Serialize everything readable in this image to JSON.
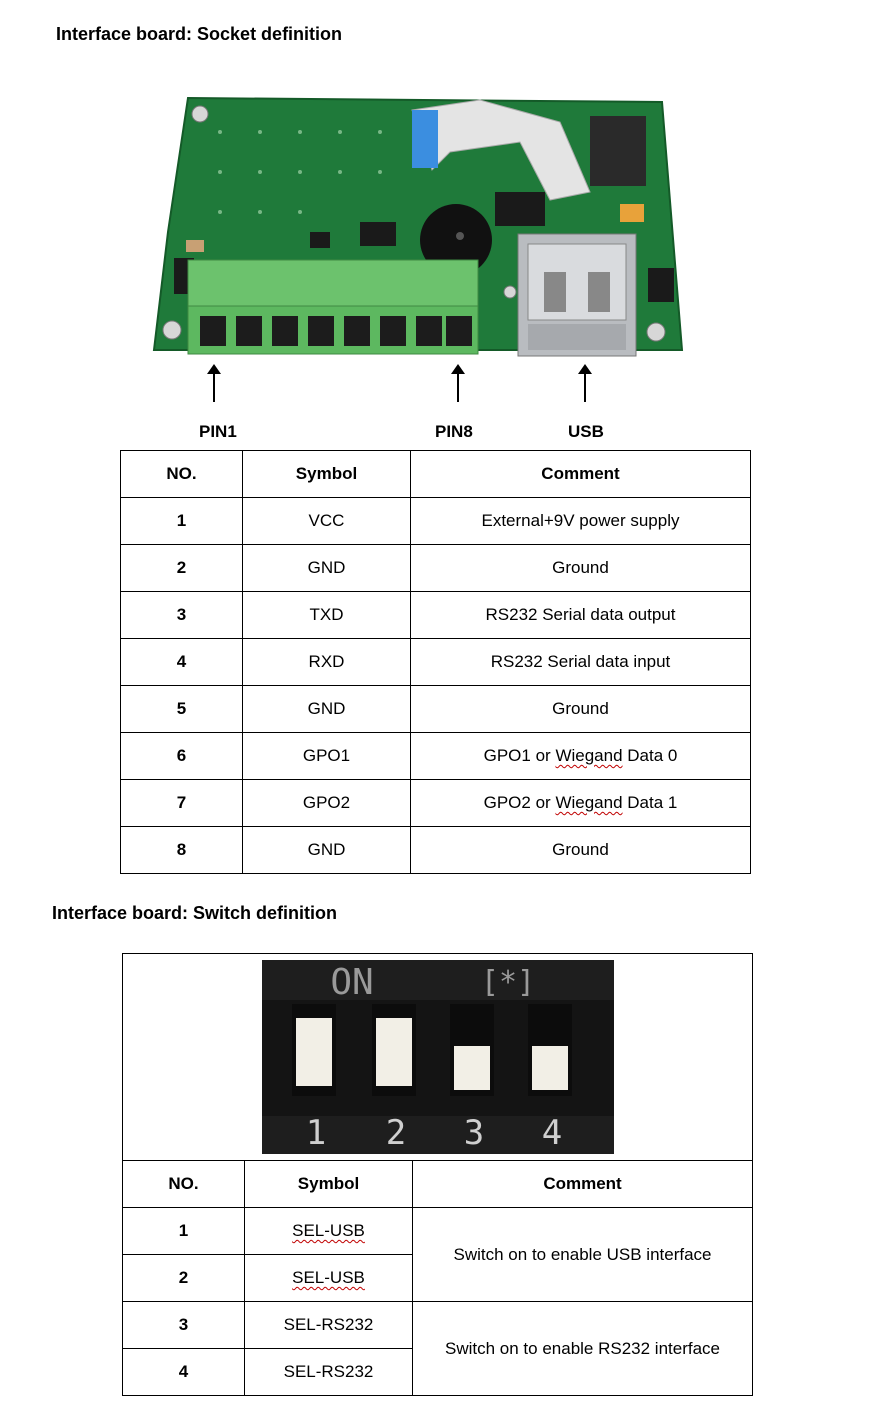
{
  "socket_section": {
    "heading": "Interface board: Socket definition",
    "labels": {
      "pin1": "PIN1",
      "pin8": "PIN8",
      "usb": "USB"
    },
    "table": {
      "headers": [
        "NO.",
        "Symbol",
        "Comment"
      ],
      "rows": [
        {
          "no": "1",
          "symbol": "VCC",
          "comment": "External+9V power supply"
        },
        {
          "no": "2",
          "symbol": "GND",
          "comment": "Ground"
        },
        {
          "no": "3",
          "symbol": "TXD",
          "comment": "RS232 Serial data output"
        },
        {
          "no": "4",
          "symbol": "RXD",
          "comment": "RS232 Serial data input"
        },
        {
          "no": "5",
          "symbol": "GND",
          "comment": "Ground"
        },
        {
          "no": "6",
          "symbol": "GPO1",
          "comment_prefix": "GPO1 or ",
          "comment_word": "Wiegand",
          "comment_suffix": " Data 0"
        },
        {
          "no": "7",
          "symbol": "GPO2",
          "comment_prefix": "GPO2 or ",
          "comment_word": "Wiegand",
          "comment_suffix": " Data 1"
        },
        {
          "no": "8",
          "symbol": "GND",
          "comment": "Ground"
        }
      ]
    }
  },
  "switch_section": {
    "heading": "Interface board: Switch definition",
    "dip": {
      "on_label": "ON",
      "mark_label": "[*]",
      "numbers": [
        "1",
        "2",
        "3",
        "4"
      ],
      "states": [
        "off",
        "off",
        "on",
        "on"
      ]
    },
    "table": {
      "headers": [
        "NO.",
        "Symbol",
        "Comment"
      ],
      "rows": [
        {
          "no": "1",
          "symbol": "SEL-USB"
        },
        {
          "no": "2",
          "symbol": "SEL-USB"
        },
        {
          "no": "3",
          "symbol": "SEL-RS232"
        },
        {
          "no": "4",
          "symbol": "SEL-RS232"
        }
      ],
      "comments": {
        "usb": "Switch on to enable USB interface",
        "rs232": "Switch on to enable RS232 interface"
      }
    }
  },
  "colors": {
    "pcb": "#1f7a3a",
    "terminal": "#5db860",
    "usb_metal": "#b9bcc0",
    "dip_body": "#1e1e1e",
    "dip_slider": "#f2efe6"
  }
}
